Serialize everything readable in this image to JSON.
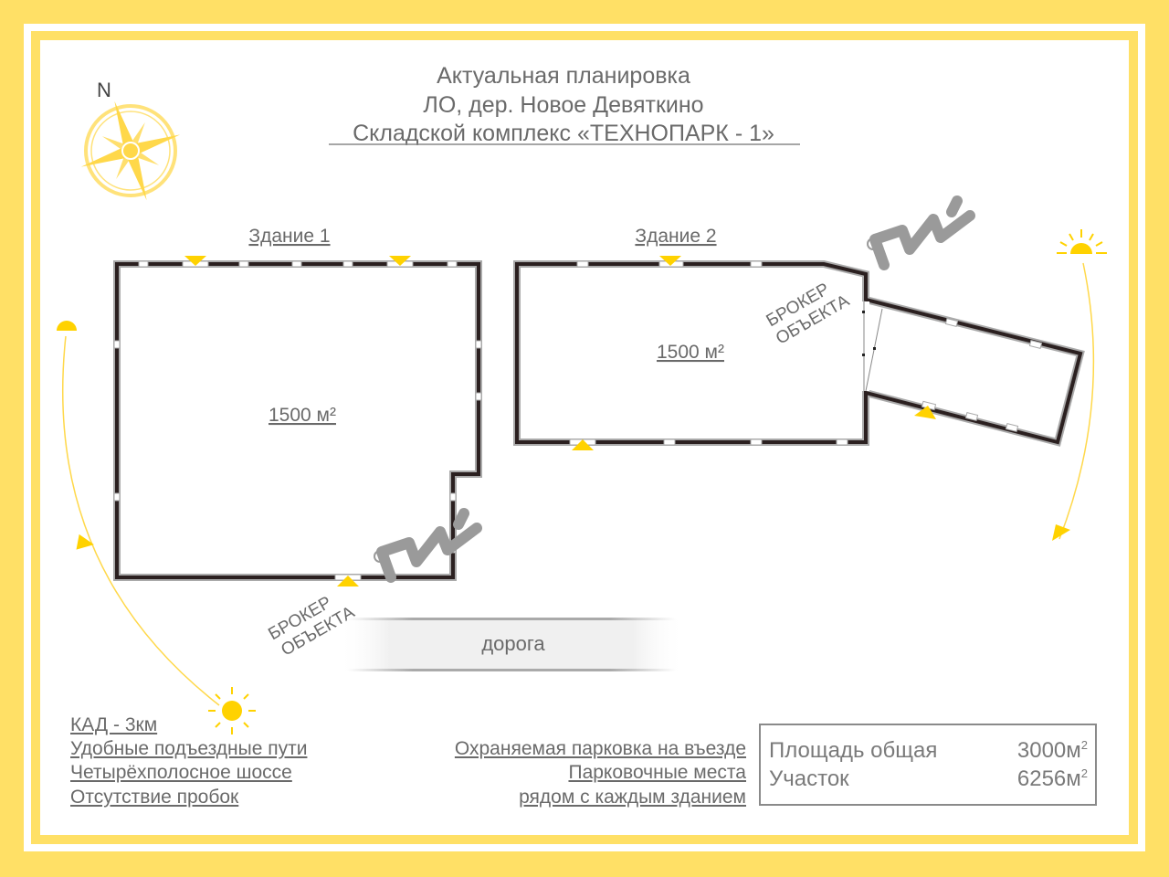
{
  "title": {
    "line1": "Актуальная планировка",
    "line2": "ЛО, дер. Новое Девяткино",
    "line3": "Складской комплекс «ТЕХНОПАРК - 1»"
  },
  "compass": {
    "north_label": "N"
  },
  "buildings": [
    {
      "name": "Здание 1",
      "area": "1500 м²"
    },
    {
      "name": "Здание 2",
      "area": "1500 м²"
    }
  ],
  "watermark": {
    "line1": "БРОКЕР",
    "line2": "ОБЪЕКТА"
  },
  "road_label": "дорога",
  "left_features": [
    "КАД - 3км",
    "Удобные подъездные пути",
    "Четырёхполосное шоссе",
    "Отсутствие пробок"
  ],
  "middle_features": [
    "Охраняемая парковка на въезде",
    "Парковочные места",
    "рядом с каждым зданием"
  ],
  "summary": {
    "total_label": "Площадь общая",
    "total_value": "3000м",
    "plot_label": "Участок",
    "plot_value": "6256м",
    "unit_sup": "2"
  },
  "colors": {
    "accent": "#FFD200",
    "frame": "#FFE066",
    "wall": "#2b2020",
    "text": "#6a6a6a"
  }
}
